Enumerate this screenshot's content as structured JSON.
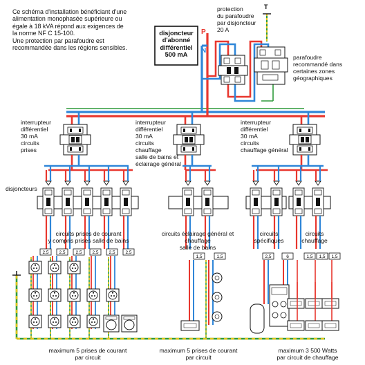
{
  "intro_text": "Ce schéma d'installation bénéficiant d'une\nalimentation monophasée supérieure ou\négale à 18 kVA répond aux exigences de\nla norme NF C 15-100.\nUne protection par parafoudre est\nrecommandée dans les régions sensibles.",
  "main_breaker": "disjoncteur\nd'abonné\ndifférentiel\n500 mA",
  "phase_label": "P",
  "neutral_label": "N",
  "earth_symbol_label": "T",
  "surge_protection_breaker": "protection\ndu parafoudre\npar disjoncteur\n20 A",
  "surge_arrester": "parafoudre\nrecommandé dans\ncertaines zones\ngéographiques",
  "differentials": [
    "interrupteur\ndifférentiel\n30 mA\ncircuits\nprises",
    "interrupteur\ndifférentiel\n30 mA\ncircuits\nchauffage\nsalle de bains et\néclairage général",
    "interrupteur\ndifférentiel\n30 mA\ncircuits\nchauffage général"
  ],
  "breakers_label": "disjoncteurs",
  "group_labels": [
    "circuits prises de courant\ny compris prises salle de bains",
    "circuits éclairage général et chauffage\nsalle de bains",
    "circuits\nspécifiques",
    "circuits\nchauffage"
  ],
  "cable_sizes": {
    "sockets": [
      "2,5",
      "2,5",
      "2,5",
      "2,5",
      "2,5",
      "2,5"
    ],
    "lighting": [
      "1,5",
      "1,5"
    ],
    "specific": [
      "2,5",
      "6"
    ],
    "heating": [
      "1,5",
      "1,5",
      "1,5"
    ]
  },
  "bottom_labels": [
    "maximum 5 prises de courant\npar circuit",
    "maximum 5 prises de courant\npar circuit",
    "maximum 3 500 Watts\npar circuit de chauffage"
  ],
  "colors": {
    "phase": "#e8372e",
    "neutral": "#2f86d8",
    "earth_green": "#2e9a3a",
    "earth_yellow": "#e2c41a",
    "frame": "#111111"
  }
}
